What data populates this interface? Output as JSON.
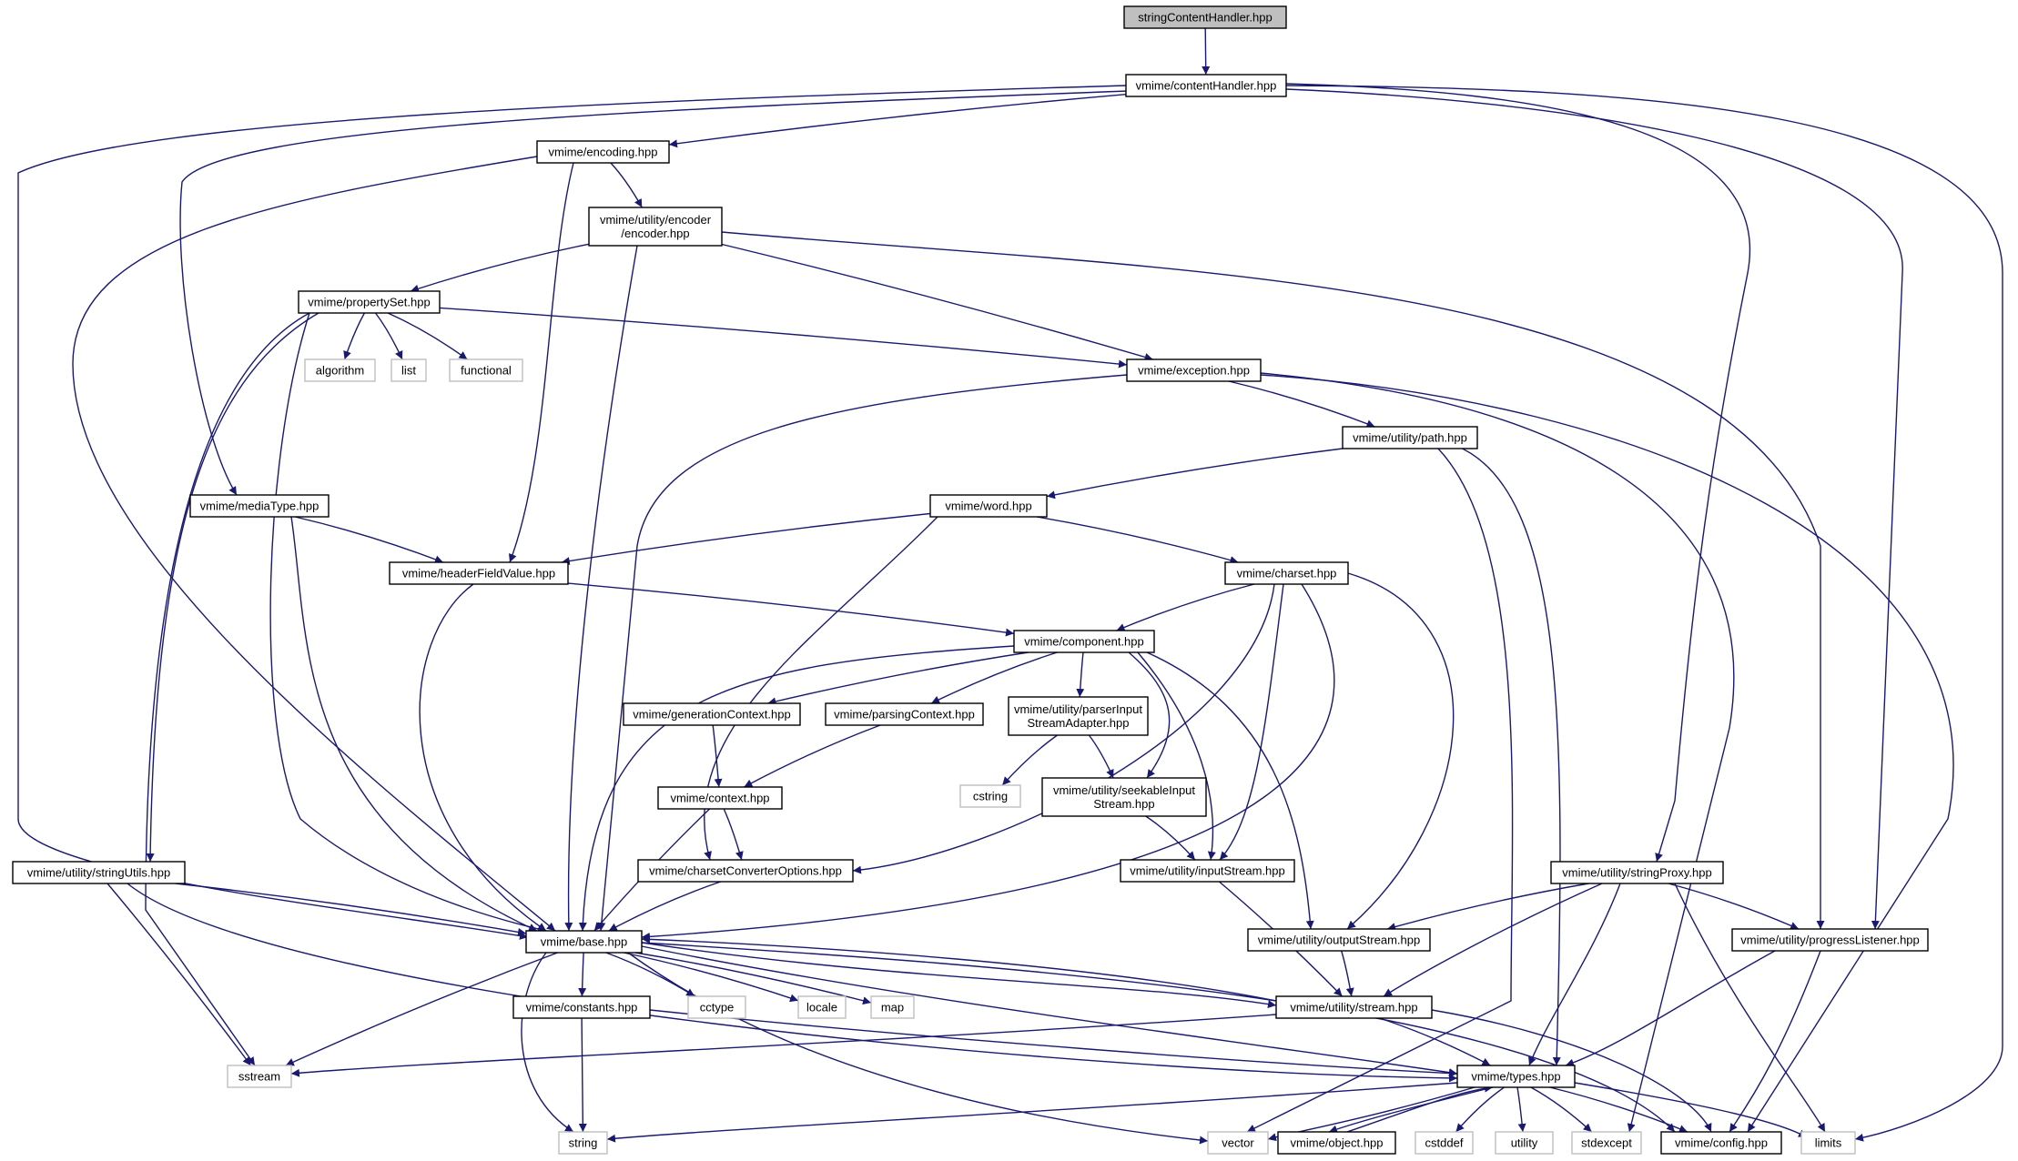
{
  "graph": {
    "edge_color": "#191970",
    "nodes": [
      {
        "id": "root",
        "label": "stringContentHandler.hpp",
        "style": "root"
      },
      {
        "id": "contentHandler",
        "label": "vmime/contentHandler.hpp"
      },
      {
        "id": "encoding",
        "label": "vmime/encoding.hpp"
      },
      {
        "id": "encoder",
        "label": [
          "vmime/utility/encoder",
          "/encoder.hpp"
        ]
      },
      {
        "id": "propertySet",
        "label": "vmime/propertySet.hpp"
      },
      {
        "id": "algorithm",
        "label": "algorithm",
        "style": "ext"
      },
      {
        "id": "list",
        "label": "list",
        "style": "ext"
      },
      {
        "id": "functional",
        "label": "functional",
        "style": "ext"
      },
      {
        "id": "exception",
        "label": "vmime/exception.hpp"
      },
      {
        "id": "path",
        "label": "vmime/utility/path.hpp"
      },
      {
        "id": "mediaType",
        "label": "vmime/mediaType.hpp"
      },
      {
        "id": "word",
        "label": "vmime/word.hpp"
      },
      {
        "id": "headerFieldValue",
        "label": "vmime/headerFieldValue.hpp"
      },
      {
        "id": "charset",
        "label": "vmime/charset.hpp"
      },
      {
        "id": "component",
        "label": "vmime/component.hpp"
      },
      {
        "id": "generationContext",
        "label": "vmime/generationContext.hpp"
      },
      {
        "id": "parsingContext",
        "label": "vmime/parsingContext.hpp"
      },
      {
        "id": "parserInput",
        "label": [
          "vmime/utility/parserInput",
          "StreamAdapter.hpp"
        ]
      },
      {
        "id": "cstring",
        "label": "cstring",
        "style": "ext"
      },
      {
        "id": "seekable",
        "label": [
          "vmime/utility/seekableInput",
          "Stream.hpp"
        ]
      },
      {
        "id": "context",
        "label": "vmime/context.hpp"
      },
      {
        "id": "charsetConv",
        "label": "vmime/charsetConverterOptions.hpp"
      },
      {
        "id": "inputStream",
        "label": "vmime/utility/inputStream.hpp"
      },
      {
        "id": "stringUtils",
        "label": "vmime/utility/stringUtils.hpp"
      },
      {
        "id": "stringProxy",
        "label": "vmime/utility/stringProxy.hpp"
      },
      {
        "id": "base",
        "label": "vmime/base.hpp"
      },
      {
        "id": "outputStream",
        "label": "vmime/utility/outputStream.hpp"
      },
      {
        "id": "progress",
        "label": "vmime/utility/progressListener.hpp"
      },
      {
        "id": "constants",
        "label": "vmime/constants.hpp"
      },
      {
        "id": "cctype",
        "label": "cctype",
        "style": "ext"
      },
      {
        "id": "locale",
        "label": "locale",
        "style": "ext"
      },
      {
        "id": "map",
        "label": "map",
        "style": "ext"
      },
      {
        "id": "stream",
        "label": "vmime/utility/stream.hpp"
      },
      {
        "id": "sstream",
        "label": "sstream",
        "style": "ext"
      },
      {
        "id": "types",
        "label": "vmime/types.hpp"
      },
      {
        "id": "string",
        "label": "string",
        "style": "ext"
      },
      {
        "id": "vector",
        "label": "vector",
        "style": "ext"
      },
      {
        "id": "object",
        "label": "vmime/object.hpp"
      },
      {
        "id": "cstddef",
        "label": "cstddef",
        "style": "ext"
      },
      {
        "id": "utility",
        "label": "utility",
        "style": "ext"
      },
      {
        "id": "stdexcept",
        "label": "stdexcept",
        "style": "ext"
      },
      {
        "id": "config",
        "label": "vmime/config.hpp"
      },
      {
        "id": "limits",
        "label": "limits",
        "style": "ext"
      }
    ],
    "edges": [
      [
        "root",
        "contentHandler"
      ],
      [
        "contentHandler",
        "base"
      ],
      [
        "contentHandler",
        "mediaType"
      ],
      [
        "contentHandler",
        "encoding"
      ],
      [
        "contentHandler",
        "stringProxy"
      ],
      [
        "contentHandler",
        "progress"
      ],
      [
        "contentHandler",
        "limits"
      ],
      [
        "encoding",
        "base"
      ],
      [
        "encoding",
        "headerFieldValue"
      ],
      [
        "encoding",
        "encoder"
      ],
      [
        "encoder",
        "propertySet"
      ],
      [
        "encoder",
        "exception"
      ],
      [
        "encoder",
        "base"
      ],
      [
        "encoder",
        "progress"
      ],
      [
        "propertySet",
        "algorithm"
      ],
      [
        "propertySet",
        "list"
      ],
      [
        "propertySet",
        "functional"
      ],
      [
        "propertySet",
        "exception"
      ],
      [
        "propertySet",
        "stringUtils"
      ],
      [
        "propertySet",
        "sstream"
      ],
      [
        "propertySet",
        "base"
      ],
      [
        "exception",
        "base"
      ],
      [
        "exception",
        "path"
      ],
      [
        "exception",
        "stdexcept"
      ],
      [
        "exception",
        "config"
      ],
      [
        "path",
        "word"
      ],
      [
        "path",
        "vector"
      ],
      [
        "path",
        "types"
      ],
      [
        "mediaType",
        "headerFieldValue"
      ],
      [
        "mediaType",
        "base"
      ],
      [
        "word",
        "headerFieldValue"
      ],
      [
        "word",
        "charset"
      ],
      [
        "word",
        "charsetConv"
      ],
      [
        "headerFieldValue",
        "component"
      ],
      [
        "headerFieldValue",
        "base"
      ],
      [
        "charset",
        "component"
      ],
      [
        "charset",
        "charsetConv"
      ],
      [
        "charset",
        "inputStream"
      ],
      [
        "charset",
        "outputStream"
      ],
      [
        "charset",
        "base"
      ],
      [
        "component",
        "base"
      ],
      [
        "component",
        "generationContext"
      ],
      [
        "component",
        "parsingContext"
      ],
      [
        "component",
        "parserInput"
      ],
      [
        "component",
        "seekable"
      ],
      [
        "component",
        "inputStream"
      ],
      [
        "component",
        "outputStream"
      ],
      [
        "generationContext",
        "context"
      ],
      [
        "parsingContext",
        "context"
      ],
      [
        "parserInput",
        "cstring"
      ],
      [
        "parserInput",
        "seekable"
      ],
      [
        "seekable",
        "inputStream"
      ],
      [
        "context",
        "charsetConv"
      ],
      [
        "context",
        "base"
      ],
      [
        "charsetConv",
        "base"
      ],
      [
        "inputStream",
        "stream"
      ],
      [
        "stringUtils",
        "base"
      ],
      [
        "stringUtils",
        "sstream"
      ],
      [
        "stringUtils",
        "types"
      ],
      [
        "stringProxy",
        "outputStream"
      ],
      [
        "stringProxy",
        "stream"
      ],
      [
        "stringProxy",
        "progress"
      ],
      [
        "stringProxy",
        "types"
      ],
      [
        "stringProxy",
        "limits"
      ],
      [
        "outputStream",
        "stream"
      ],
      [
        "progress",
        "types"
      ],
      [
        "progress",
        "config"
      ],
      [
        "base",
        "sstream"
      ],
      [
        "base",
        "string"
      ],
      [
        "base",
        "vector"
      ],
      [
        "base",
        "constants"
      ],
      [
        "base",
        "cctype"
      ],
      [
        "base",
        "locale"
      ],
      [
        "base",
        "map"
      ],
      [
        "base",
        "stream"
      ],
      [
        "base",
        "types"
      ],
      [
        "base",
        "config"
      ],
      [
        "constants",
        "string"
      ],
      [
        "constants",
        "types"
      ],
      [
        "stream",
        "base"
      ],
      [
        "stream",
        "sstream"
      ],
      [
        "stream",
        "types"
      ],
      [
        "stream",
        "config"
      ],
      [
        "types",
        "string"
      ],
      [
        "types",
        "vector"
      ],
      [
        "types",
        "object"
      ],
      [
        "types",
        "cstddef"
      ],
      [
        "types",
        "utility"
      ],
      [
        "types",
        "stdexcept"
      ],
      [
        "types",
        "config"
      ],
      [
        "types",
        "limits"
      ],
      [
        "object",
        "types"
      ]
    ]
  }
}
